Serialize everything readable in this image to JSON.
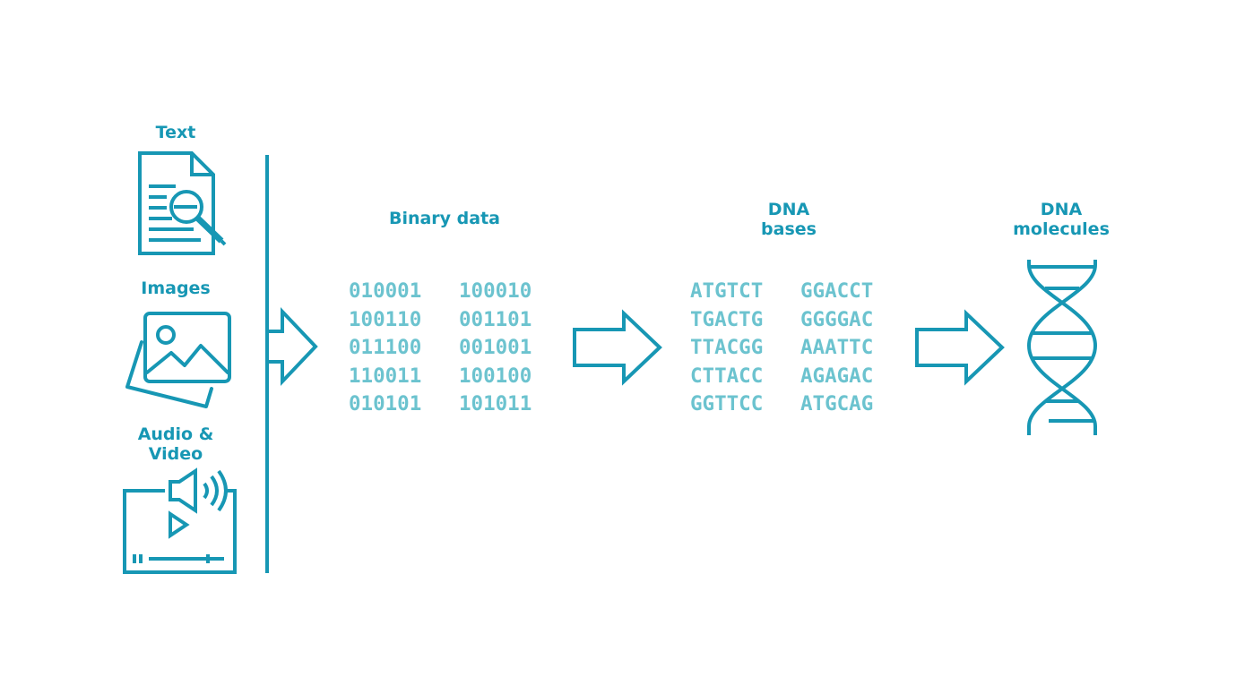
{
  "sources": {
    "text_label": "Text",
    "images_label": "Images",
    "av_label_line1": "Audio &",
    "av_label_line2": "Video"
  },
  "binary": {
    "title": "Binary data",
    "rows": [
      [
        "010001",
        "100010"
      ],
      [
        "100110",
        "001101"
      ],
      [
        "011100",
        "001001"
      ],
      [
        "110011",
        "100100"
      ],
      [
        "010101",
        "101011"
      ]
    ]
  },
  "dna_bases": {
    "title_line1": "DNA",
    "title_line2": "bases",
    "rows": [
      [
        "ATGTCT",
        "GGACCT"
      ],
      [
        "TGACTG",
        "GGGGAC"
      ],
      [
        "TTACGG",
        "AAATTC"
      ],
      [
        "CTTACC",
        "AGAGAC"
      ],
      [
        "GGTTCC",
        "ATGCAG"
      ]
    ]
  },
  "dna_molecules": {
    "title_line1": "DNA",
    "title_line2": "molecules"
  },
  "colors": {
    "primary": "#1797b4",
    "code": "#6cc3cf",
    "background": "#ffffff"
  },
  "icons": [
    "document-search-icon",
    "image-icon",
    "audio-video-icon",
    "dna-helix-icon",
    "arrow-right-icon"
  ]
}
